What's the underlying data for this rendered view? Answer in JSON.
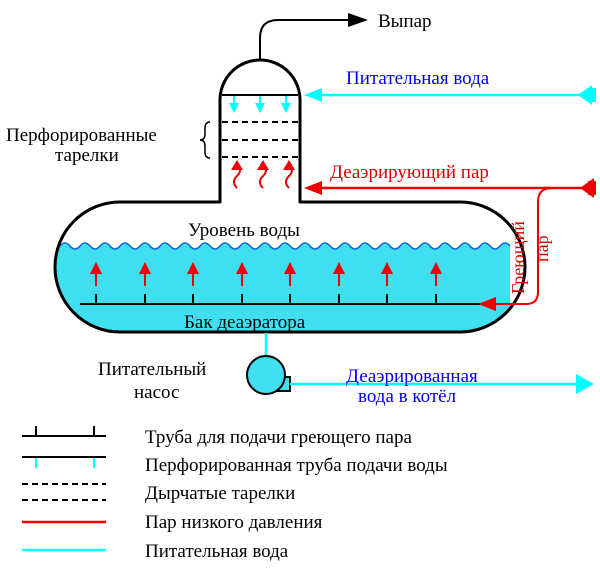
{
  "labels": {
    "vapor": "Выпар",
    "feed_water_in": "Питательная вода",
    "trays": [
      "Перфорированные",
      "тарелки"
    ],
    "deaerating_steam": "Деаэрирующий пар",
    "heating_steam": [
      "Греющий",
      "пар"
    ],
    "water_level": "Уровень воды",
    "tank": "Бак деаэратора",
    "pump": [
      "Питательный",
      "насос"
    ],
    "outlet": [
      "Деаэрированная",
      "вода в котёл"
    ]
  },
  "legend": [
    {
      "key": "heating_pipe",
      "label": "Труба для подачи греющего пара"
    },
    {
      "key": "perforated_feed_pipe",
      "label": "Перфорированная труба подачи воды"
    },
    {
      "key": "perforated_trays",
      "label": "Дырчатые тарелки"
    },
    {
      "key": "low_pressure_steam",
      "label": "Пар низкого давления"
    },
    {
      "key": "feed_water",
      "label": "Питательная вода"
    }
  ],
  "colors": {
    "water": "#00ffff",
    "water_fill": "#3fdfef",
    "steam": "#ee0000",
    "label_blue": "#0000ee",
    "label_red": "#dd0000",
    "outline": "#000000"
  }
}
